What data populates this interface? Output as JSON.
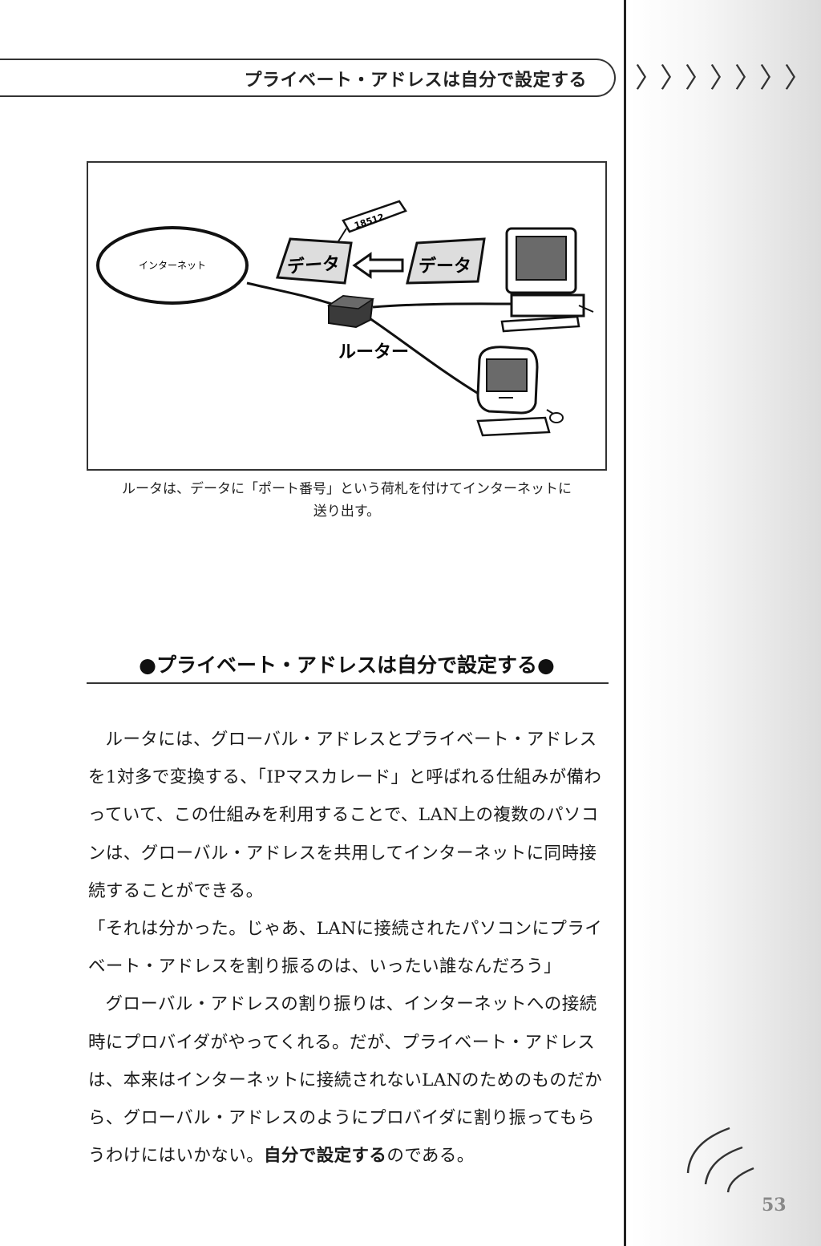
{
  "header": {
    "title": "プライベート・アドレスは自分で設定する",
    "chevrons": "〉〉〉〉〉〉〉"
  },
  "figure": {
    "cloud_label": "インターネット",
    "packet_left_label": "データ",
    "packet_right_label": "データ",
    "tag_label": "18512",
    "router_label": "ルーター"
  },
  "caption": {
    "line1": "ルータは、データに「ポート番号」という荷札を付けてインターネットに",
    "line2": "送り出す。"
  },
  "section": {
    "heading": "●プライベート・アドレスは自分で設定する●"
  },
  "body": {
    "p1": "ルータには、グローバル・アドレスとプライベート・アドレスを1対多で変換する、「IPマスカレード」と呼ばれる仕組みが備わっていて、この仕組みを利用することで、LAN上の複数のパソコンは、グローバル・アドレスを共用してインターネットに同時接続することができる。",
    "p2": "「それは分かった。じゃあ、LANに接続されたパソコンにプライベート・アドレスを割り振るのは、いったい誰なんだろう」",
    "p3_before": "グローバル・アドレスの割り振りは、インターネットへの接続時にプロバイダがやってくれる。だが、プライベート・アドレスは、本来はインターネットに接続されないLANのためのものだから、グローバル・アドレスのようにプロバイダに割り振ってもらうわけにはいかない。",
    "p3_bold": "自分で設定する",
    "p3_after": "のである。"
  },
  "page_number": "53"
}
